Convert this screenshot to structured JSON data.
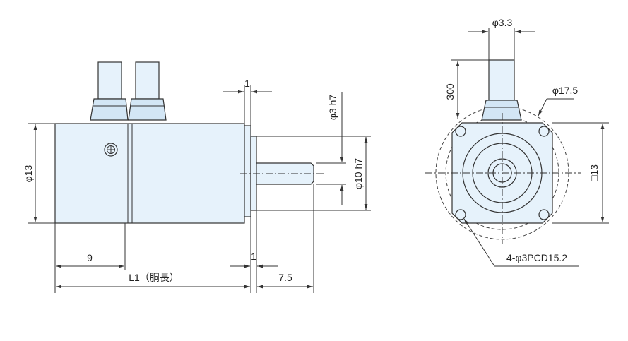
{
  "labels": {
    "dia_body": "φ13",
    "dia_shaft": "φ3 h7",
    "dia_pilot": "φ10 h7",
    "flange_thickness": "1",
    "pilot_length": "1",
    "dim_9": "9",
    "body_length": "L1（胴長）",
    "shaft_length": "7.5",
    "cable_dia": "φ3.3",
    "cable_length": "300",
    "pcd_circle": "φ17.5",
    "square_size": "□13",
    "holes": "4-φ3PCD15.2"
  },
  "colors": {
    "body": "#e6f2fb",
    "body_shade": "#d3e6f5",
    "line": "#333333"
  }
}
